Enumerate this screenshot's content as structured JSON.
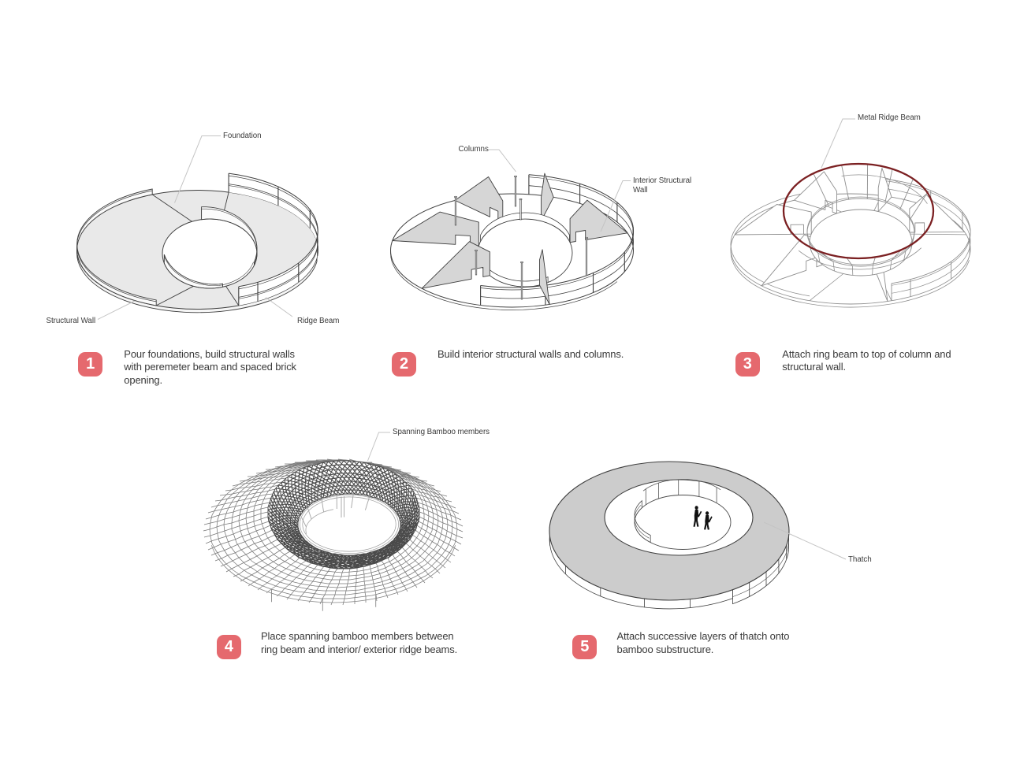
{
  "page": {
    "background": "#ffffff",
    "title": "Construction sequence diagram"
  },
  "colors": {
    "badge": "#e5696e",
    "badge_text": "#ffffff",
    "caption_text": "#3a3a3a",
    "label_text": "#3a3a3a",
    "leader_line": "#c4c4c4",
    "drawing_outline": "#3f3f3f",
    "foundation_fill": "#e9e9e9",
    "wall_fill": "#d6d6d6",
    "thatch_fill": "#cccccc",
    "wireframe": "#8f8f8f",
    "metal_ridge_beam": "#7b2022"
  },
  "steps": [
    {
      "number": "1",
      "caption": "Pour foundations, build structural walls\nwith peremeter beam and spaced brick\nopening.",
      "labels": [
        {
          "text": "Foundation"
        },
        {
          "text": "Structural Wall"
        },
        {
          "text": "Ridge Beam"
        }
      ]
    },
    {
      "number": "2",
      "caption": "Build interior structural walls and columns.",
      "labels": [
        {
          "text": "Columns"
        },
        {
          "text": "Interior Structural\nWall"
        }
      ]
    },
    {
      "number": "3",
      "caption": "Attach ring beam to top of column and\nstructural wall.",
      "labels": [
        {
          "text": "Metal Ridge Beam"
        }
      ]
    },
    {
      "number": "4",
      "caption": "Place spanning bamboo members between\nring beam and interior/ exterior ridge beams.",
      "labels": [
        {
          "text": "Spanning Bamboo members"
        }
      ]
    },
    {
      "number": "5",
      "caption": "Attach successive layers of thatch onto\nbamboo substructure.",
      "labels": [
        {
          "text": "Thatch"
        }
      ]
    }
  ]
}
